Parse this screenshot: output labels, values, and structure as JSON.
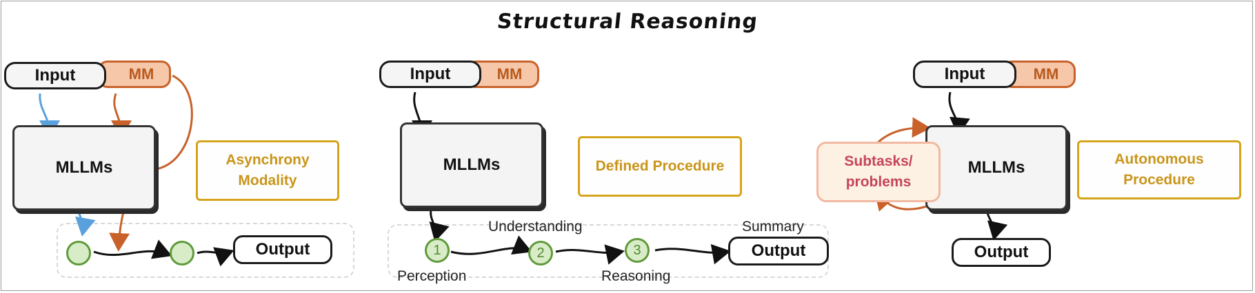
{
  "title": "Structural Reasoning",
  "colors": {
    "modality_orange": "#c8612a",
    "input_blue": "#5aa0dc",
    "tag_gold": "#d6a41a",
    "node_green": "#5f9a3a",
    "subtask_red": "#c5455a"
  },
  "panels": [
    {
      "input": "Input",
      "modality": "MM",
      "model": "MLLMs",
      "tag": "Asynchrony Modality",
      "output": "Output"
    },
    {
      "input": "Input",
      "modality": "MM",
      "model": "MLLMs",
      "tag": "Defined Procedure",
      "output": "Output",
      "steps": [
        {
          "number": "1",
          "label": "Perception"
        },
        {
          "number": "2",
          "label": "Understanding"
        },
        {
          "number": "3",
          "label": "Reasoning"
        }
      ],
      "output_label": "Summary"
    },
    {
      "input": "Input",
      "modality": "MM",
      "model": "MLLMs",
      "tag": "Autonomous Procedure",
      "output": "Output",
      "subtask": "Subtasks/ problems"
    }
  ]
}
